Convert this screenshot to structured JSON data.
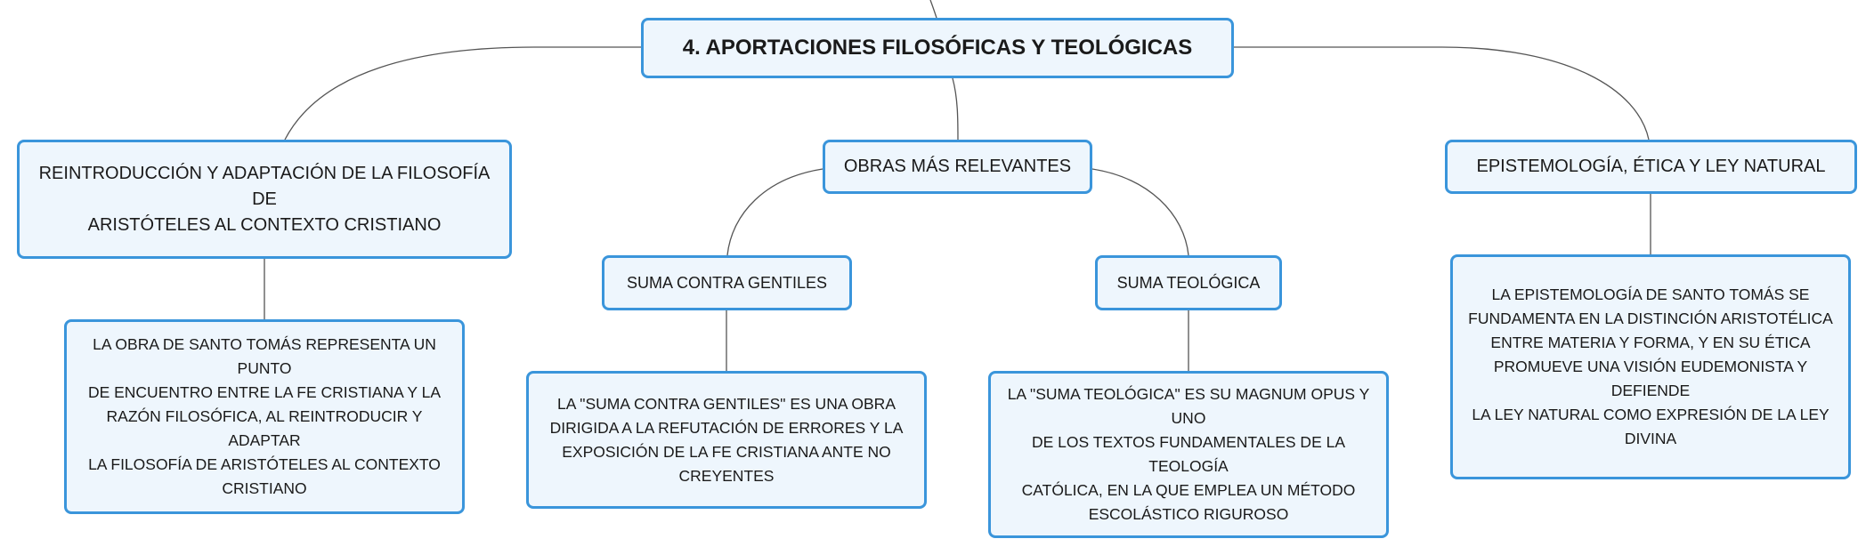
{
  "central": {
    "title": "4. APORTACIONES FILOSÓFICAS Y TEOLÓGICAS"
  },
  "branches": {
    "aristoteles": {
      "line1": "REINTRODUCCIÓN Y ADAPTACIÓN DE LA FILOSOFÍA DE",
      "line2": "ARISTÓTELES AL CONTEXTO CRISTIANO",
      "description": [
        "LA OBRA DE SANTO TOMÁS REPRESENTA UN PUNTO",
        "DE ENCUENTRO ENTRE LA FE CRISTIANA Y LA",
        "RAZÓN FILOSÓFICA, AL REINTRODUCIR Y ADAPTAR",
        "LA FILOSOFÍA DE ARISTÓTELES AL CONTEXTO",
        "CRISTIANO"
      ]
    },
    "obras": {
      "label": "OBRAS MÁS RELEVANTES",
      "suma_contra_gentiles": {
        "label": "SUMA CONTRA GENTILES",
        "description": [
          "LA \"SUMA CONTRA GENTILES\" ES UNA OBRA",
          "DIRIGIDA A LA REFUTACIÓN DE ERRORES Y LA",
          "EXPOSICIÓN DE LA FE CRISTIANA ANTE NO",
          "CREYENTES"
        ]
      },
      "suma_teologica": {
        "label": "SUMA TEOLÓGICA",
        "description": [
          "LA \"SUMA TEOLÓGICA\" ES SU MAGNUM OPUS Y UNO",
          "DE LOS TEXTOS FUNDAMENTALES DE LA TEOLOGÍA",
          "CATÓLICA, EN LA QUE EMPLEA UN MÉTODO",
          "ESCOLÁSTICO RIGUROSO"
        ]
      }
    },
    "episteme": {
      "label": "EPISTEMOLOGÍA, ÉTICA Y LEY NATURAL",
      "description": [
        "LA EPISTEMOLOGÍA DE SANTO TOMÁS SE",
        "FUNDAMENTA EN LA DISTINCIÓN ARISTOTÉLICA",
        "ENTRE MATERIA Y FORMA, Y EN SU ÉTICA",
        "PROMUEVE UNA VISIÓN EUDEMONISTA Y DEFIENDE",
        "LA LEY NATURAL COMO EXPRESIÓN DE LA LEY",
        "DIVINA"
      ]
    }
  },
  "colors": {
    "node_border": "#3a95db",
    "node_fill": "#eef6fd",
    "connector": "#555555",
    "text": "#1a1a1a"
  }
}
